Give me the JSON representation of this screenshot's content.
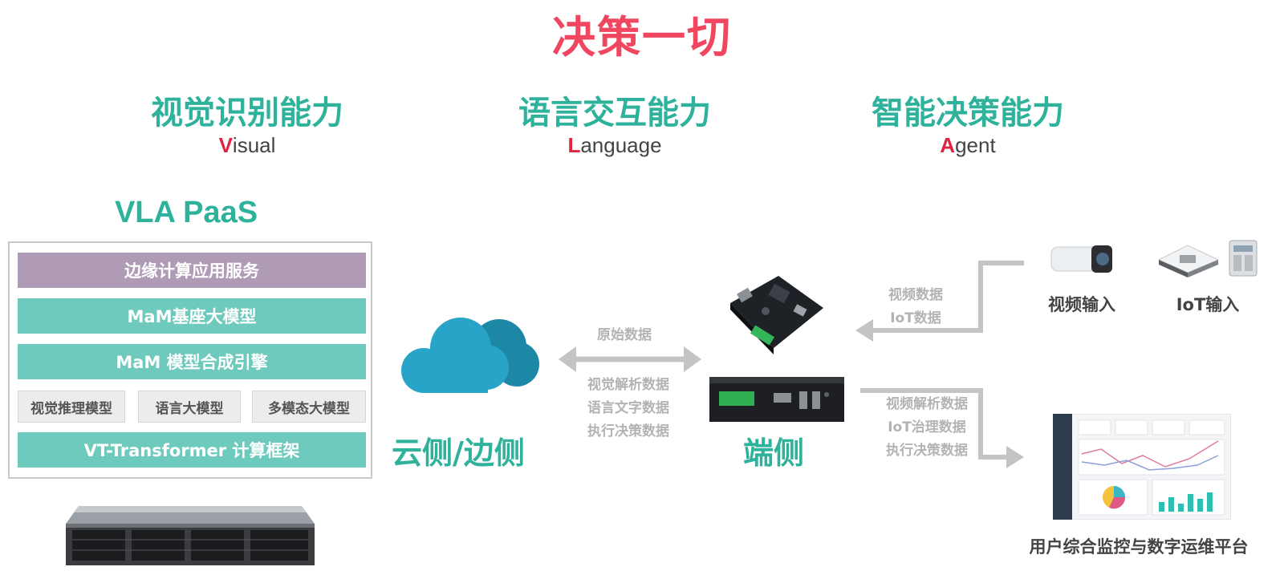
{
  "title": "决策一切",
  "capabilities": [
    {
      "title": "视觉识别能力",
      "letter": "V",
      "rest": "isual"
    },
    {
      "title": "语言交互能力",
      "letter": "L",
      "rest": "anguage"
    },
    {
      "title": "智能决策能力",
      "letter": "A",
      "rest": "gent"
    }
  ],
  "paas": {
    "title": "VLA PaaS",
    "layers": [
      "边缘计算应用服务",
      "MaM基座大模型",
      "MaM 模型合成引擎",
      "VT-Transformer 计算框架"
    ],
    "models": [
      "视觉推理模型",
      "语言大模型",
      "多模态大模型"
    ]
  },
  "cloud_label": "云侧/边侧",
  "edge_label": "端侧",
  "flows": {
    "raw": "原始数据",
    "cloud_out": [
      "视觉解析数据",
      "语言文字数据",
      "执行决策数据"
    ],
    "input": [
      "视频数据",
      "IoT数据"
    ],
    "output": [
      "视频解析数据",
      "IoT治理数据",
      "执行决策数据"
    ]
  },
  "devices": {
    "video_input": "视频输入",
    "iot_input": "IoT输入",
    "platform": "用户综合监控与数字运维平台"
  },
  "colors": {
    "title": "#f0465f",
    "accent": "#2fb29b",
    "highlight": "#e0233f",
    "layer_purple": "#af9bb5",
    "layer_teal": "#6ecabc",
    "flow_text": "#b3b3b3",
    "cloud": "#27a4c8"
  }
}
